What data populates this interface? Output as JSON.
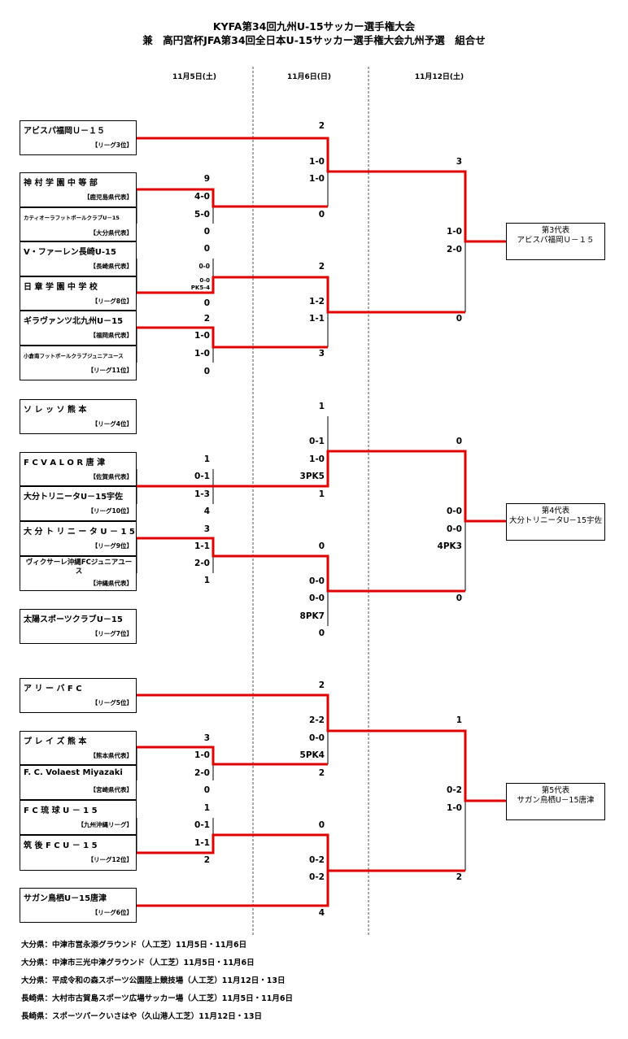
{
  "title": {
    "line1": "KYFA第34回九州U-15サッカー選手権大会",
    "line2": "兼　高円宮杯JFA第34回全日本U-15サッカー選手権大会九州予選　組合せ"
  },
  "dates": [
    "11月5日(土)",
    "11月6日(日)",
    "11月12日(土)"
  ],
  "colors": {
    "bracket_line": "#e00000",
    "guide_line": "#555555",
    "border": "#000000"
  },
  "teams": [
    {
      "name": "アビスパ福岡Ｕ－１５",
      "sub": "【リーグ3位】"
    },
    {
      "name": "神 村 学 園 中 等 部",
      "sub": "【鹿児島県代表】"
    },
    {
      "name": "カティオーラフットボールクラブU－15",
      "sub": "【大分県代表】"
    },
    {
      "name": "V・ファーレン長崎U-15",
      "sub": "【長崎県代表】"
    },
    {
      "name": "日 章 学 園 中 学 校",
      "sub": "【リーグ8位】"
    },
    {
      "name": "ギラヴァンツ北九州U－15",
      "sub": "【福岡県代表】"
    },
    {
      "name": "小倉南フットボールクラブジュニアユース",
      "sub": "【リーグ11位】"
    },
    {
      "name": "ソ レ ッ ソ 熊 本",
      "sub": "【リーグ4位】"
    },
    {
      "name": "F C V A L O R 唐 津",
      "sub": "【佐賀県代表】"
    },
    {
      "name": "大分トリニータU－15宇佐",
      "sub": "【リーグ10位】"
    },
    {
      "name": "大 分 ト リ ニ ー タ U － 1 5",
      "sub": "【リーグ9位】"
    },
    {
      "name": "ヴィクサーレ沖縄FCジュニアユース",
      "sub": "【沖縄県代表】"
    },
    {
      "name": "太陽スポーツクラブU－15",
      "sub": "【リーグ7位】"
    },
    {
      "name": "ア リ ー バ F C",
      "sub": "【リーグ5位】"
    },
    {
      "name": "プ レ イ ズ 熊 本",
      "sub": "【熊本県代表】"
    },
    {
      "name": "F. C. Volaest Miyazaki",
      "sub": "【宮崎県代表】"
    },
    {
      "name": "F C 琉 球 U － 1 5",
      "sub": "【九州沖縄リーグ】"
    },
    {
      "name": "筑 後 F C U － 1 5",
      "sub": "【リーグ12位】"
    },
    {
      "name": "サガン鳥栖U－15唐津",
      "sub": "【リーグ6位】"
    }
  ],
  "scores": [
    "9",
    "4-0",
    "5-0",
    "0",
    "0",
    "0-0",
    "0-0\nPK5-4",
    "0",
    "2",
    "1-0",
    "1-0",
    "0",
    "2",
    "1-0",
    "1-0",
    "0",
    "2",
    "1-2",
    "1-1",
    "3",
    "3",
    "1-0",
    "2-0",
    "0",
    "1",
    "0-1",
    "1-3",
    "4",
    "3",
    "1-1",
    "2-0",
    "1",
    "1",
    "0-1",
    "1-0",
    "3PK5",
    "1",
    "0",
    "0-0",
    "0-0",
    "8PK7",
    "0",
    "0",
    "0-0",
    "0-0",
    "4PK3",
    "0",
    "3",
    "1-0",
    "2-0",
    "0",
    "1",
    "0-1",
    "1-1",
    "2",
    "2",
    "2-2",
    "0-0",
    "5PK4",
    "2",
    "0",
    "0-2",
    "0-2",
    "4",
    "1",
    "0-2",
    "1-0",
    "2"
  ],
  "representatives": [
    {
      "label": "第3代表",
      "team": "アビスパ福岡Ｕ－１５"
    },
    {
      "label": "第4代表",
      "team": "大分トリニータU－15宇佐"
    },
    {
      "label": "第5代表",
      "team": "サガン鳥栖U－15唐津"
    }
  ],
  "venues": [
    "大分県：中津市営永添グラウンド（人工芝）11月5日・11月6日",
    "大分県：中津市三光中津グラウンド（人工芝）11月5日・11月6日",
    "大分県：平成令和の森スポーツ公園陸上競技場（人工芝）11月12日・13日",
    "長崎県：大村市古賀島スポーツ広場サッカー場（人工芝）11月5日・11月6日",
    "長崎県：スポーツパークいさはや（久山港人工芝）11月12日・13日"
  ]
}
